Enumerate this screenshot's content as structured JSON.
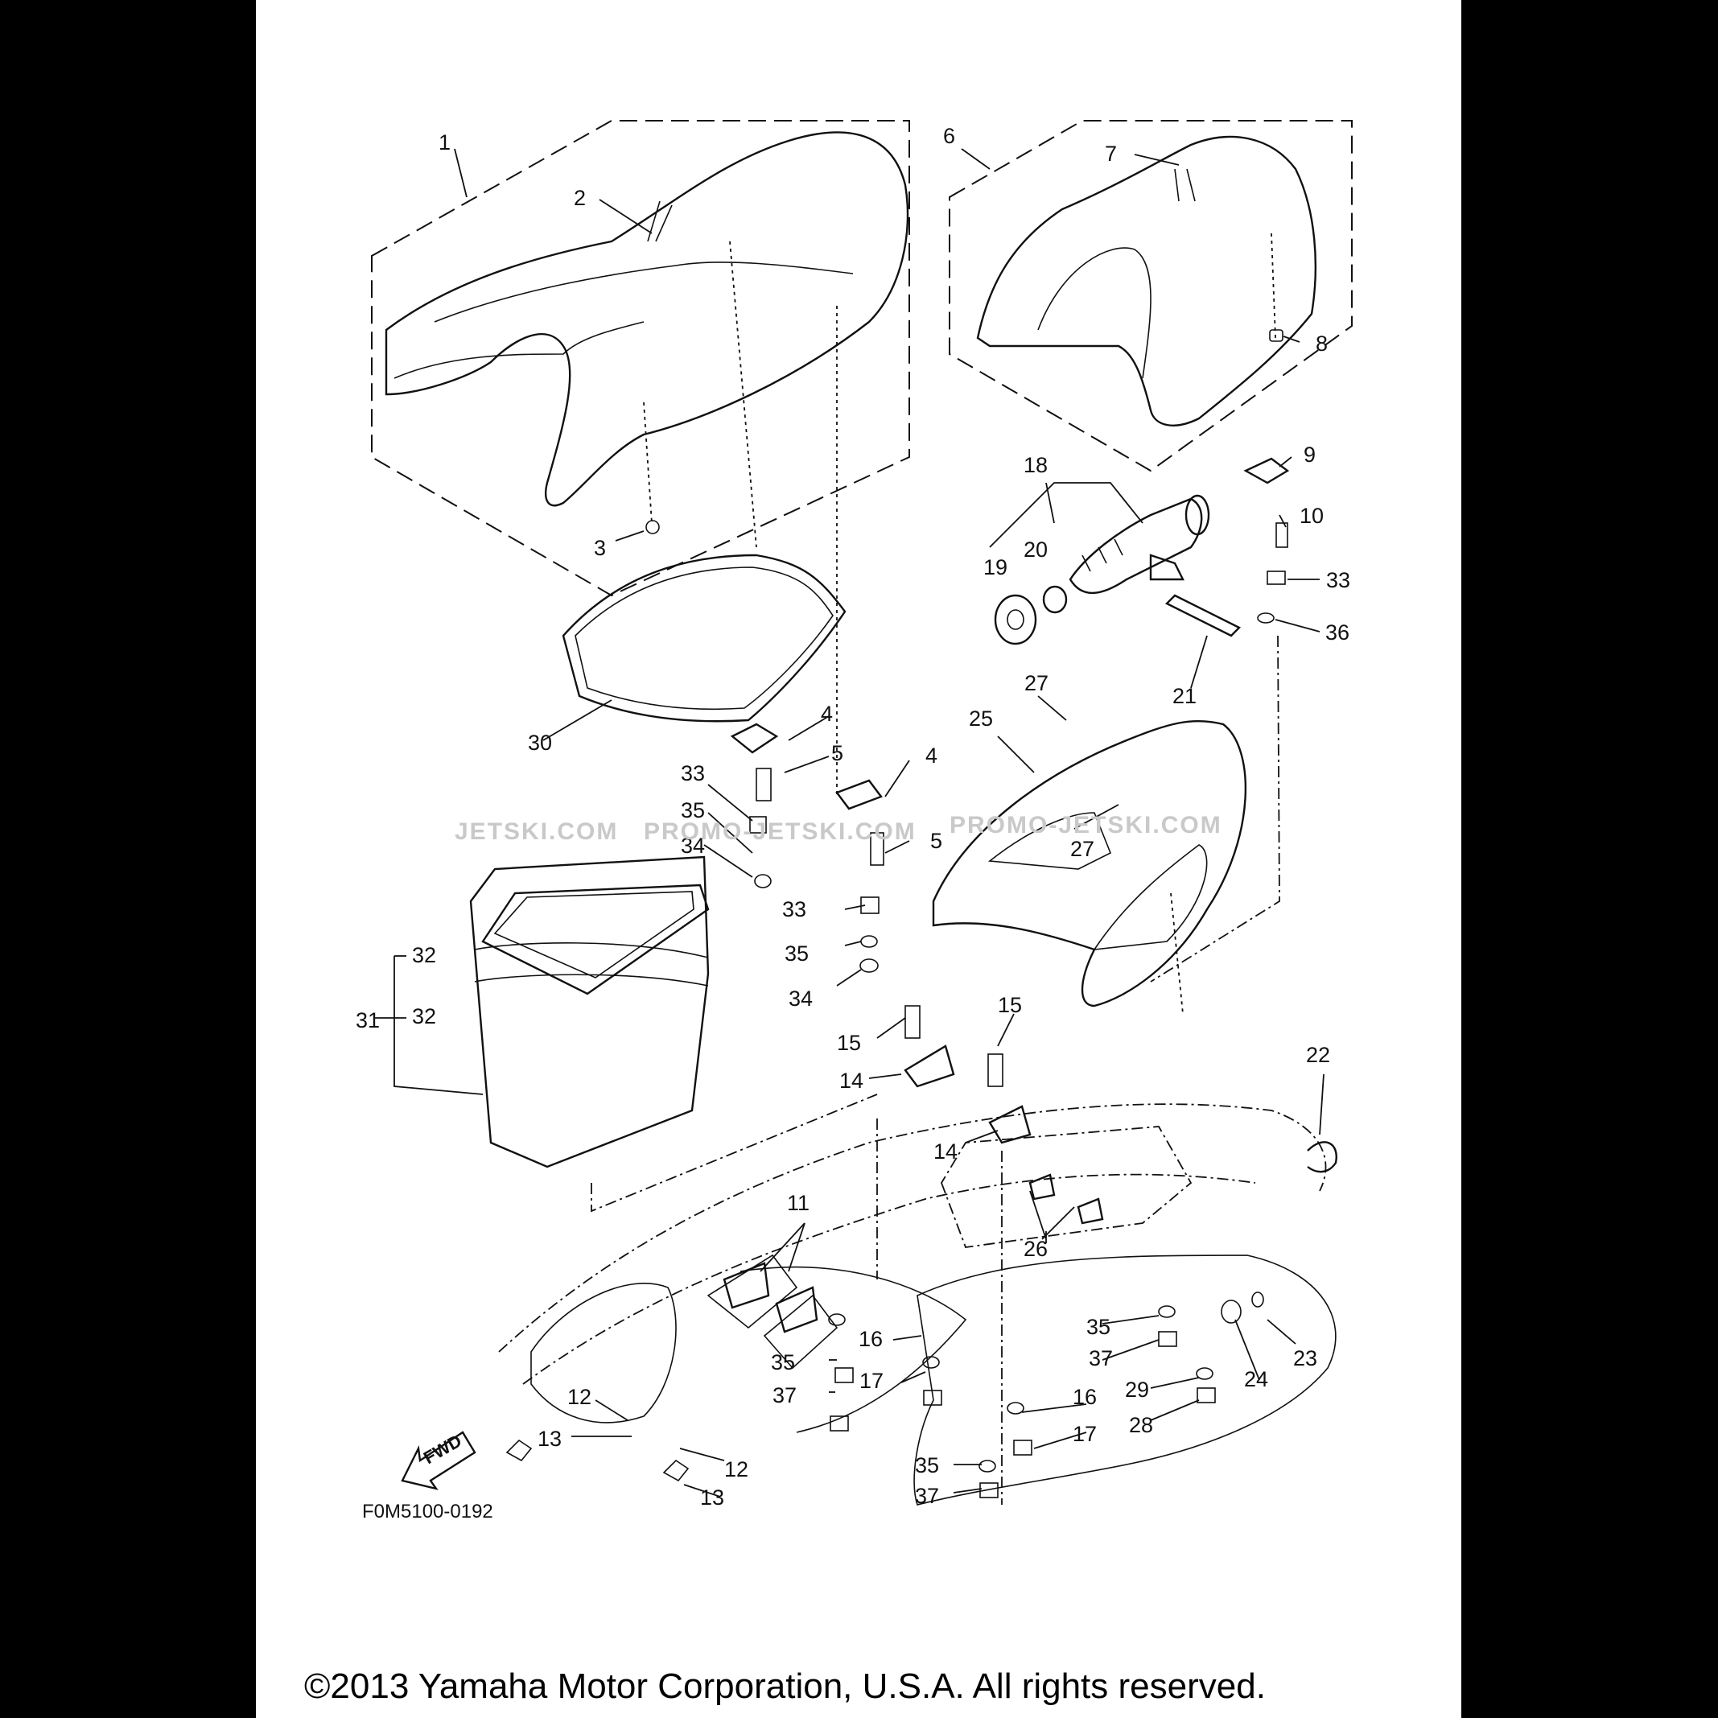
{
  "diagram": {
    "callouts": [
      "1",
      "2",
      "3",
      "4",
      "4",
      "5",
      "5",
      "6",
      "7",
      "8",
      "9",
      "10",
      "11",
      "12",
      "12",
      "13",
      "13",
      "14",
      "14",
      "15",
      "15",
      "16",
      "16",
      "17",
      "17",
      "18",
      "19",
      "20",
      "21",
      "22",
      "23",
      "24",
      "25",
      "26",
      "27",
      "27",
      "28",
      "29",
      "30",
      "31",
      "32",
      "32",
      "33",
      "33",
      "33",
      "34",
      "34",
      "35",
      "35",
      "35",
      "35",
      "35",
      "36",
      "37",
      "37",
      "37"
    ],
    "watermark_left": "JETSKI.COM",
    "watermark_mid": "PROMO-JETSKI.COM",
    "watermark_right": "PROMO-JETSKI.COM",
    "fwd_label": "FWD",
    "drawing_code": "F0M5100-0192",
    "copyright": "©2013 Yamaha Motor Corporation, U.S.A. All rights reserved."
  }
}
